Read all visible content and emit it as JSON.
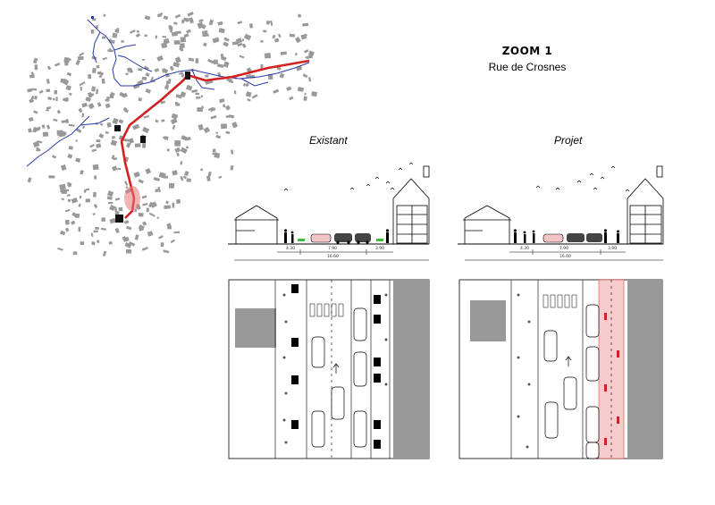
{
  "header": {
    "title": "ZOOM 1",
    "subtitle": "Rue de Crosnes"
  },
  "sections": {
    "existing": {
      "caption": "Existant",
      "dims": {
        "left": "4.30",
        "middle": "7.90",
        "right": "3.90",
        "total": "16.60"
      }
    },
    "project": {
      "caption": "Projet",
      "dims": {
        "left": "4.30",
        "middle": "7.90",
        "right": "3.90",
        "total": "16.60"
      }
    }
  },
  "colors": {
    "route": "#d42020",
    "river": "#2a3aa8",
    "bike_lane": "#f7cccc",
    "building": "#999999"
  }
}
